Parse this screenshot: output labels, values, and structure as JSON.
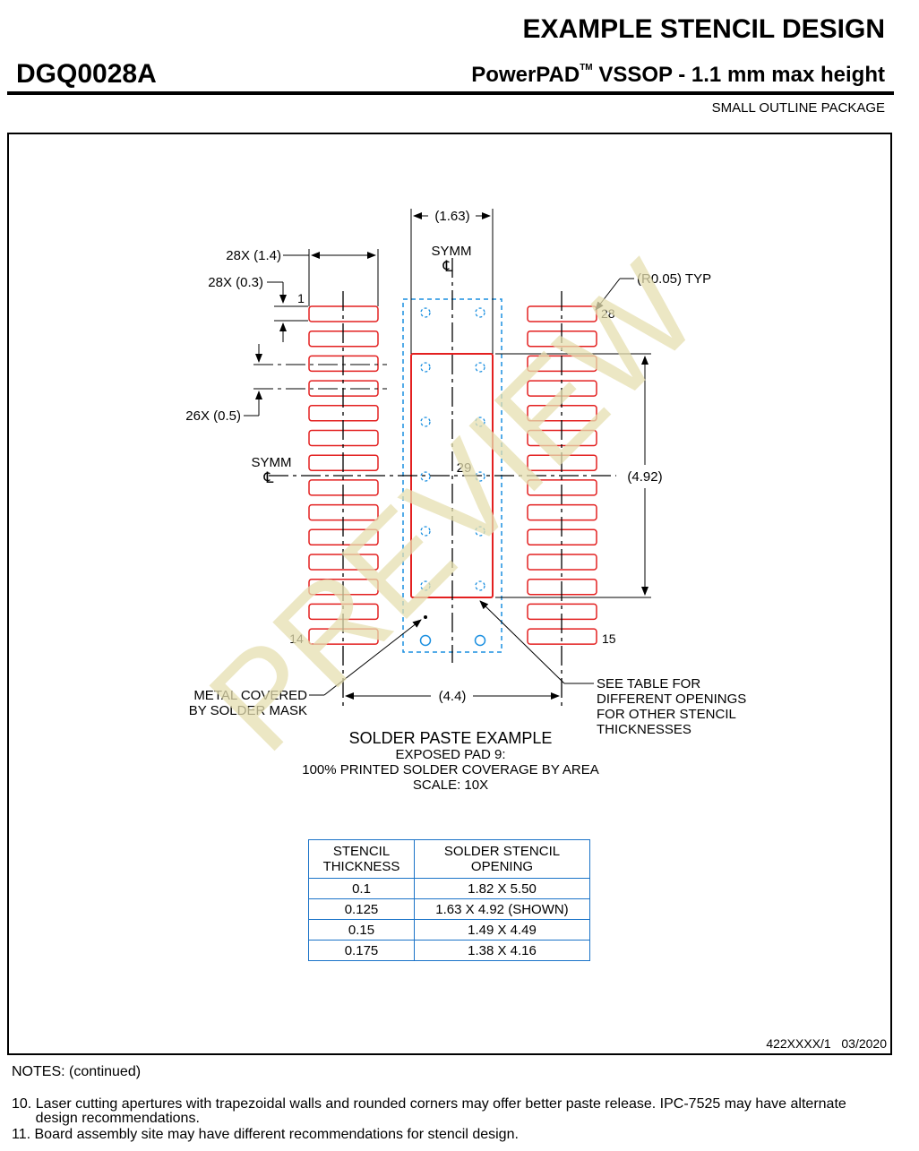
{
  "header": {
    "title": "EXAMPLE STENCIL DESIGN",
    "package_code": "DGQ0028A",
    "subtitle_main": "PowerPAD",
    "subtitle_tm": "TM",
    "subtitle_rest": " VSSOP - 1.1 mm max height",
    "package_type": "SMALL OUTLINE PACKAGE"
  },
  "drawing": {
    "dim_width_top": "(1.63)",
    "symm_label": "SYMM",
    "centerline_symbol": "℄",
    "pad_width": "28X (1.4)",
    "pad_height": "28X (0.3)",
    "pitch": "26X (0.5)",
    "corner_radius": "(R0.05) TYP",
    "pad_1": "1",
    "pad_14": "14",
    "pad_15": "15",
    "pad_28": "28",
    "pad_29": "29",
    "dim_height": "(4.92)",
    "dim_span": "(4.4)",
    "metal_covered_line1": "METAL COVERED",
    "metal_covered_line2": "BY SOLDER MASK",
    "see_table_lines": [
      "SEE TABLE FOR",
      "DIFFERENT OPENINGS",
      "FOR OTHER STENCIL",
      "THICKNESSES"
    ],
    "caption_title": "SOLDER PASTE EXAMPLE",
    "caption_lines": [
      "EXPOSED PAD 9:",
      "100% PRINTED SOLDER COVERAGE BY AREA",
      "SCALE: 10X"
    ],
    "watermark": "PREVIEW"
  },
  "table": {
    "headers": [
      [
        "STENCIL",
        "THICKNESS"
      ],
      [
        "SOLDER STENCIL",
        "OPENING"
      ]
    ],
    "rows": [
      [
        "0.1",
        "1.82 X 5.50"
      ],
      [
        "0.125",
        "1.63 X 4.92 (SHOWN)"
      ],
      [
        "0.15",
        "1.49 X 4.49"
      ],
      [
        "0.175",
        "1.38 X 4.16"
      ]
    ]
  },
  "doc_id": "422XXXX/1   03/2020",
  "notes": {
    "title": "NOTES: (continued)",
    "items": [
      [
        "10. Laser cutting apertures with trapezoidal walls and rounded corners may offer better paste release. IPC-7525 may have alternate",
        "      design recommendations."
      ],
      [
        "11. Board assembly site may have different recommendations for stencil design."
      ]
    ]
  },
  "colors": {
    "pad": "#e32020",
    "mask": "#1a8fe0",
    "watermark": "#e6dfb0"
  }
}
